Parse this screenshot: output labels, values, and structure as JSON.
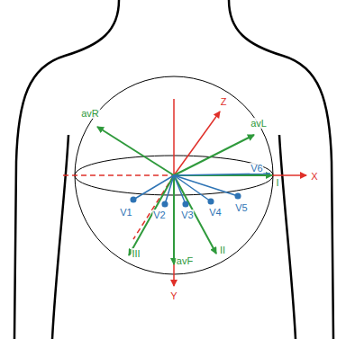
{
  "diagram": {
    "labels": [
      "avR",
      "avL",
      "Z",
      "X",
      "V6",
      "I",
      "V1",
      "V2",
      "V3",
      "V4",
      "V5",
      "III",
      "avF",
      "II",
      "Y"
    ]
  }
}
